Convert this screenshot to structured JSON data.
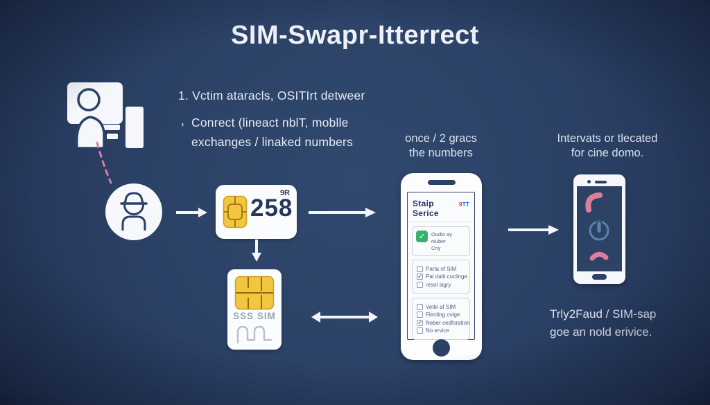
{
  "title": "SIM-Swapr-Itterrect",
  "notes_list": {
    "item1_marker": "1.",
    "item1_text": "Vctim ataracls, OSITIrt detweer",
    "item2_marker": ",",
    "item2_line1": "Conrect (lineact nblT, moblle",
    "item2_line2": "exchanges / linaked numbers"
  },
  "sim_card": {
    "number": "258",
    "corner_label": "9R"
  },
  "new_sim_card": {
    "label": "SSS SIM"
  },
  "center_phone": {
    "app_title": "Staip Serice",
    "carrier_prefix": "9",
    "carrier_suffix": "TT",
    "option_line1": "Oudio ay niuber",
    "option_line2": "Criy",
    "checklist_top": [
      {
        "label": "Parta of SIM",
        "mark": ""
      },
      {
        "label": "Pal dalit coclinge",
        "mark": "dark"
      },
      {
        "label": "resol sigry",
        "mark": ""
      }
    ],
    "checklist_bottom": [
      {
        "label": "Vetle af SIM",
        "mark": ""
      },
      {
        "label": "Flecting coige",
        "mark": ""
      },
      {
        "label": "Neber cedforation",
        "mark": "red"
      },
      {
        "label": "No ervice",
        "mark": ""
      }
    ]
  },
  "captions": {
    "sms_line1": "once / 2 gracs",
    "sms_line2": "the numbers",
    "call_line1": "Intervats or tlecated",
    "call_line2": "for cine domo.",
    "footer_line1": "Trly2Faud / SIM-sap",
    "footer_line2": "goe an nold erivice."
  },
  "icons": {
    "attacker_workstation": "person-at-computer-icon",
    "hacker": "hacker-avatar-icon",
    "sim_chip": "sim-chip-icon",
    "green_app": "check-badge-icon",
    "incoming_call": "phone-handset-icon",
    "power": "power-icon",
    "arrows": "flow-arrow-icon"
  },
  "colors": {
    "background": "#2b4065",
    "navy": "#2b4166",
    "white": "#f5f7fa",
    "pink": "#dc7f9f",
    "yellow": "#f2c63e",
    "green": "#35b271",
    "red": "#c03a3a",
    "light_blue": "#5d80b0"
  }
}
